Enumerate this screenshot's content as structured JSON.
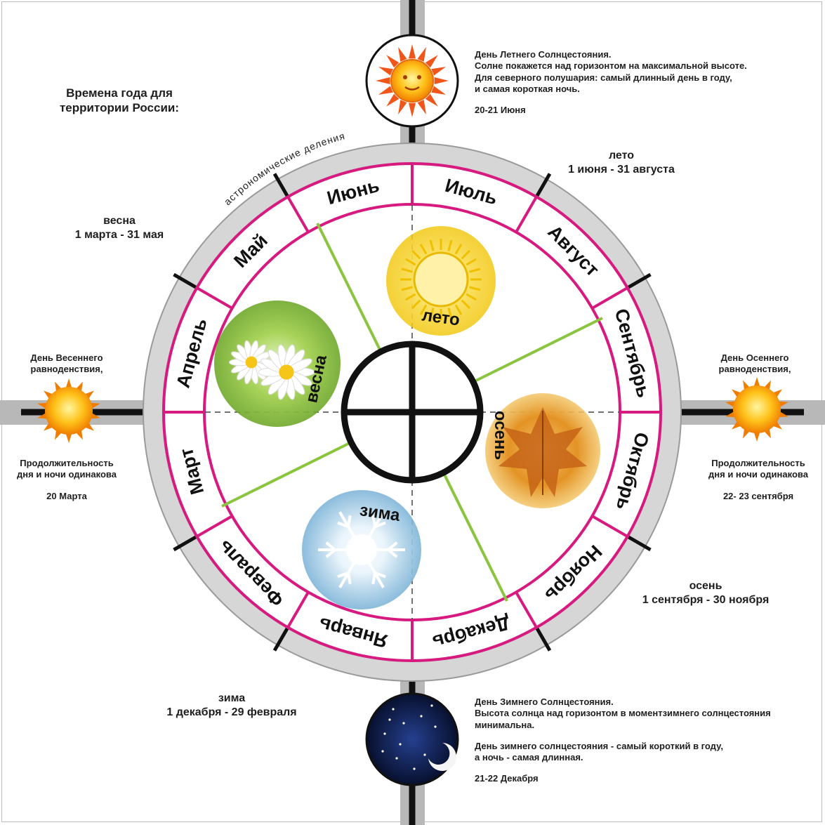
{
  "title": "Времена года для территории России:",
  "ring_caption": "астрономические деления",
  "months": [
    "Июнь",
    "Июль",
    "Август",
    "Сентябрь",
    "Октябрь",
    "Ноябрь",
    "Декабрь",
    "Январь",
    "Февраль",
    "Март",
    "Апрель",
    "Май"
  ],
  "seasons_inner": {
    "summer": "лето",
    "autumn": "осень",
    "winter": "зима",
    "spring": "весна"
  },
  "periods": {
    "summer": {
      "name": "лето",
      "dates": "1 июня - 31 августа"
    },
    "spring": {
      "name": "весна",
      "dates": "1 марта - 31 мая"
    },
    "autumn": {
      "name": "осень",
      "dates": "1 сентября - 30 ноября"
    },
    "winter": {
      "name": "зима",
      "dates": "1 декабря - 29 февраля"
    }
  },
  "summer_solstice": {
    "line1": "День Летнего Солнцестояния.",
    "line2": "Солне покажется над горизонтом на максимальной высоте.",
    "line3": "Для северного полушария: самый длинный день в году,",
    "line4": "и самая короткая ночь.",
    "date": "20-21 Июня"
  },
  "winter_solstice": {
    "line1": "День Зимнего Солнцестояния.",
    "line2": "Высота солнца над горизонтом в моментзимнего солнцестояния",
    "line3": "минимальна.",
    "line4": "День зимнего солнцестояния - самый короткий в году,",
    "line5": "а ночь - самая длинная.",
    "date": "21-22 Декабря"
  },
  "spring_equinox": {
    "line1": "День Весеннего",
    "line2": "равноденствия,",
    "line3": "Продолжительность",
    "line4": "дня и ночи одинакова",
    "date": "20 Марта"
  },
  "autumn_equinox": {
    "line1": "День Осеннего",
    "line2": "равноденствия,",
    "line3": "Продолжительность",
    "line4": "дня и ночи одинакова",
    "date": "22- 23 сентября"
  },
  "colors": {
    "ring": "#d61a7f",
    "divider": "#8bc53f",
    "outer_ring": "#d8d8d8",
    "cross": "#111111",
    "summer": "#f7d21a",
    "autumn": "#d98a1e",
    "winter": "#7fb5d8",
    "spring": "#8cc63f",
    "night": "#0c1d4d"
  }
}
